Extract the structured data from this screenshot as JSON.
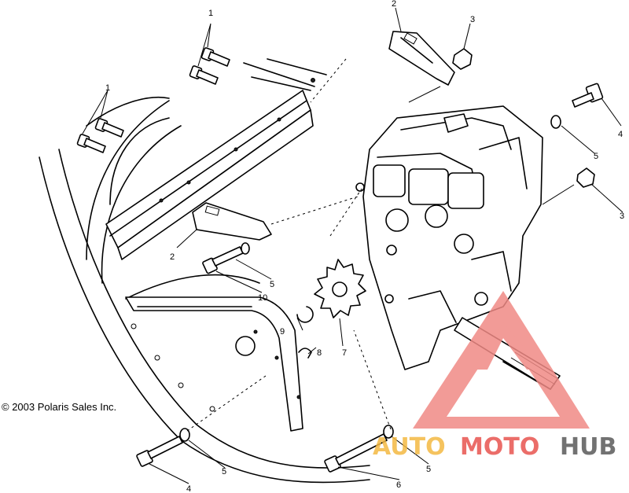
{
  "copyright": "© 2003 Polaris Sales Inc.",
  "callouts": [
    "1",
    "1",
    "2",
    "3",
    "4",
    "5",
    "3",
    "2",
    "5",
    "10",
    "9",
    "8",
    "7",
    "4",
    "5",
    "6",
    "5"
  ],
  "watermark": {
    "part1": "AUTO",
    "part2": "MOTO",
    "part3": "HUB",
    "colors": {
      "auto": "#f4b942",
      "moto": "#e8544f",
      "hub": "#5a5a5a",
      "triangle": "#f08a85"
    }
  }
}
